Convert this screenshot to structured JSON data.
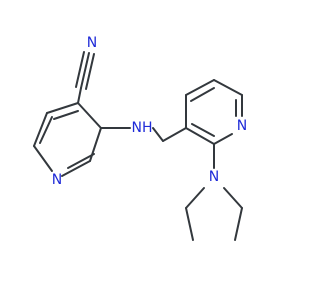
{
  "colors": {
    "bond": "#33383d",
    "nitrogen": "#1f2bd8",
    "background": "#ffffff"
  },
  "atoms": {
    "nitrile_n": "N",
    "amine_nh": "NH",
    "left_ring_n": "N",
    "right_ring_n": "N",
    "diethylamino_n": "N"
  }
}
